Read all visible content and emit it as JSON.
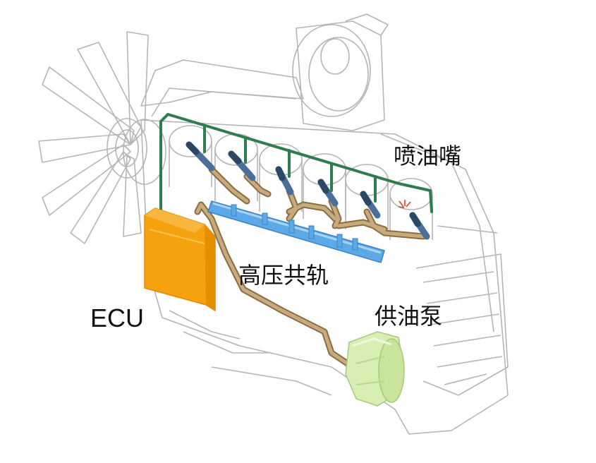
{
  "diagram": {
    "labels": {
      "injector": "喷油嘴",
      "rail": "高压共轨",
      "pump": "供油泵",
      "ecu": "ECU"
    },
    "components": {
      "ecu": {
        "color": "#f5a20e",
        "icon": "ecu-box"
      },
      "rail": {
        "color": "#5ba9e6",
        "icon": "common-rail"
      },
      "pump": {
        "color": "#d8efb3",
        "icon": "supply-pump"
      },
      "fuel_line": {
        "color": "#b49568",
        "icon": "fuel-pipe"
      },
      "signal_wire": {
        "color": "#2e7d4f",
        "icon": "control-wire"
      },
      "injector": {
        "color": "#4a6f9c",
        "icon": "injector",
        "count": 6
      }
    }
  }
}
